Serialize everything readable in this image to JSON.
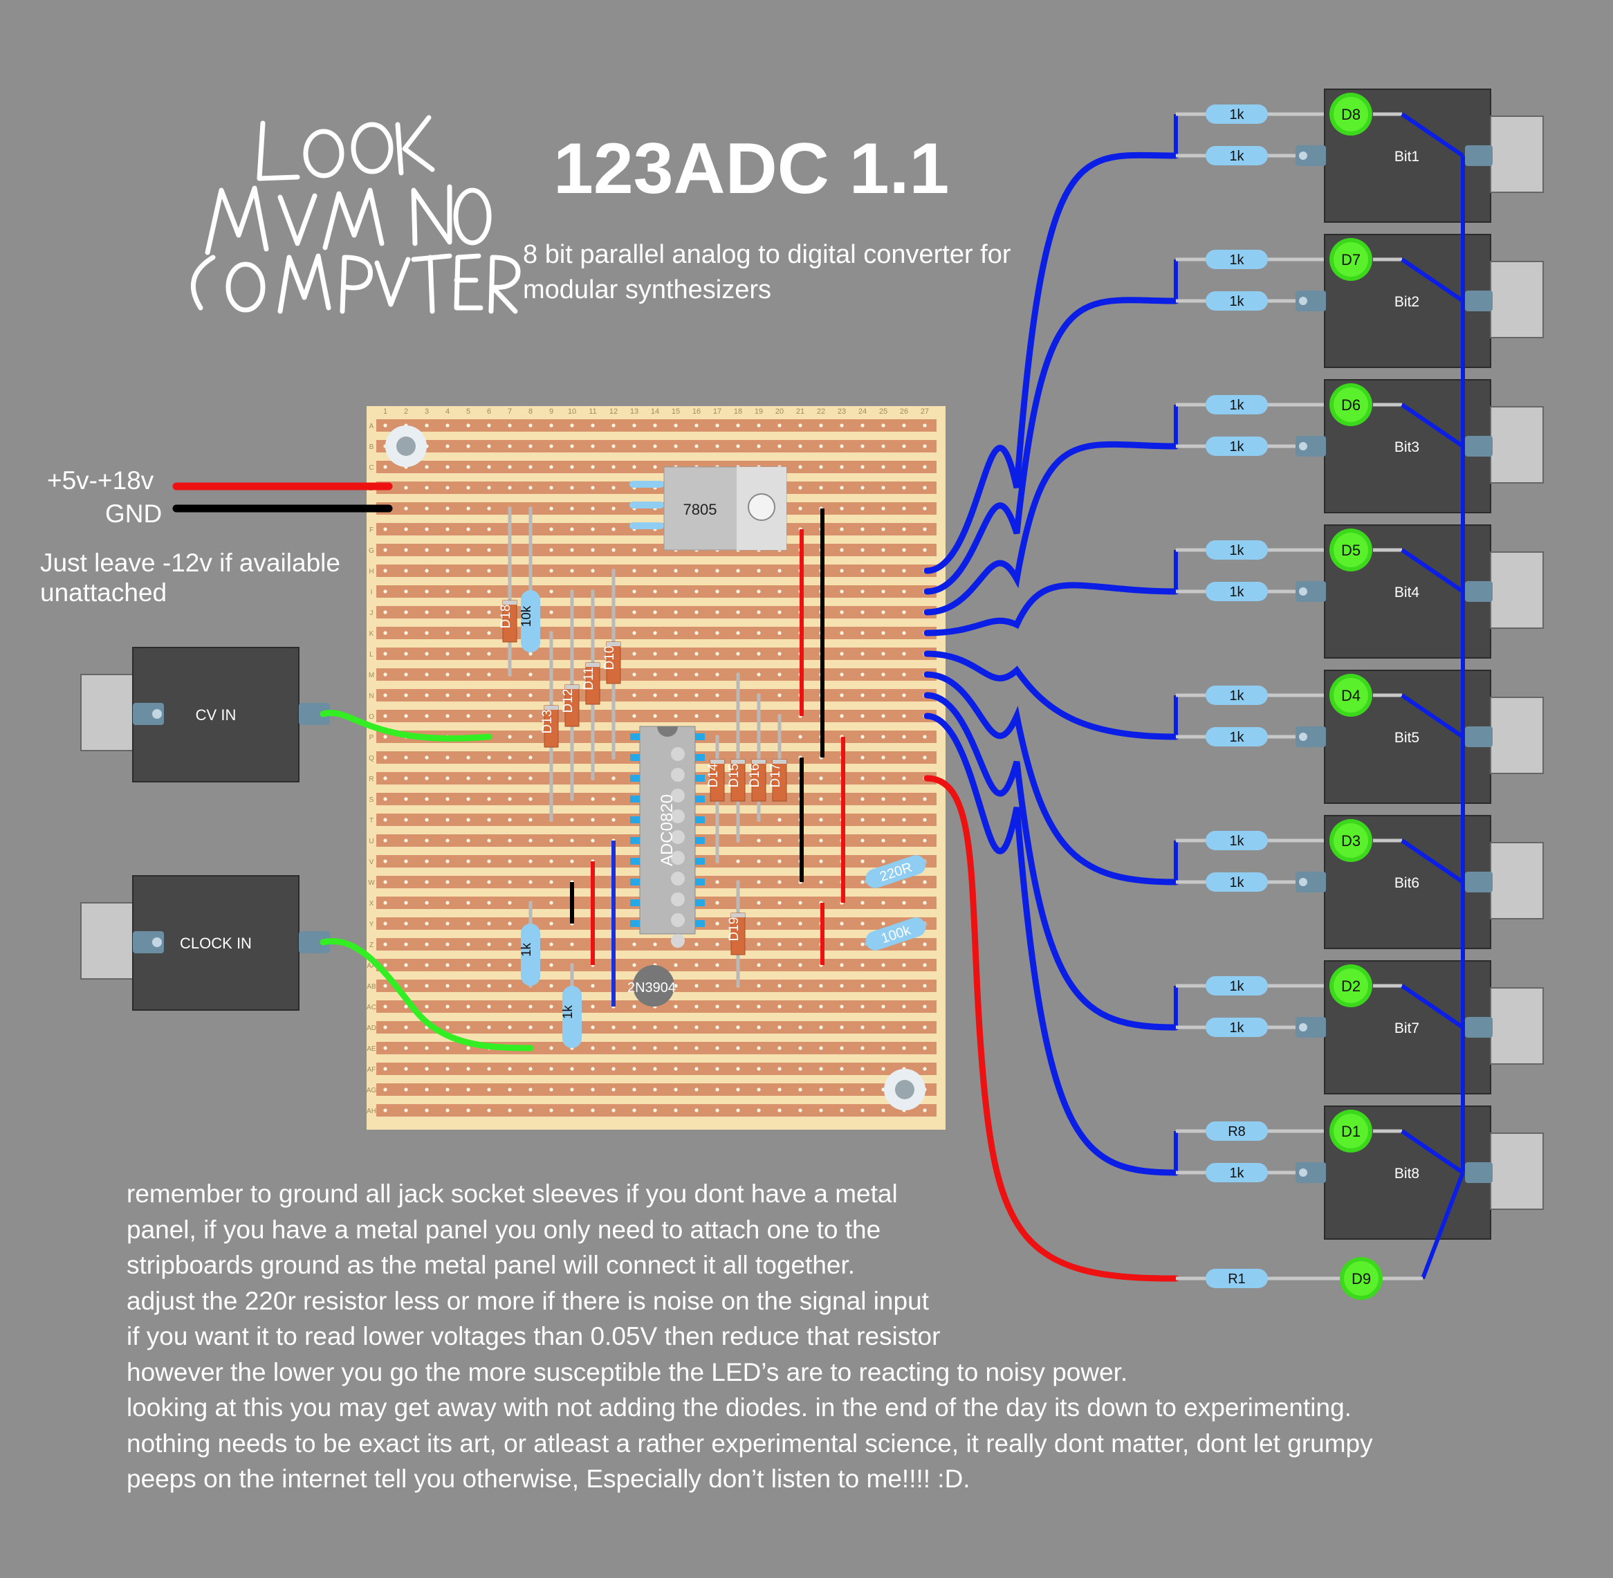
{
  "logo": {
    "line1": "LOOK",
    "line2": "MVM NO",
    "line3": "COMPVTER"
  },
  "title": "123ADC 1.1",
  "subtitle": {
    "line1": "8 bit parallel analog to digital converter for",
    "line2": "modular synthesizers"
  },
  "power": {
    "positive": "+5v-+18v",
    "ground": "GND"
  },
  "neg12_note": {
    "line1": "Just leave -12v if available",
    "line2": "unattached"
  },
  "input_jacks": {
    "cv": "CV IN",
    "clock": "CLOCK IN"
  },
  "board": {
    "column_numbers": [
      "1",
      "2",
      "3",
      "4",
      "5",
      "6",
      "7",
      "8",
      "9",
      "10",
      "11",
      "12",
      "13",
      "14",
      "15",
      "16",
      "17",
      "18",
      "19",
      "20",
      "21",
      "22",
      "23",
      "24",
      "25",
      "26",
      "27"
    ],
    "row_letters": [
      "A",
      "B",
      "C",
      "D",
      "E",
      "F",
      "G",
      "H",
      "I",
      "J",
      "K",
      "L",
      "M",
      "N",
      "O",
      "P",
      "Q",
      "R",
      "S",
      "T",
      "U",
      "V",
      "W",
      "X",
      "Y",
      "Z",
      "AA",
      "AB",
      "AC",
      "AD",
      "AE",
      "AF",
      "AG",
      "AH"
    ],
    "regulator": "7805",
    "chip": "ADC0820",
    "transistor": "2N3904",
    "resistor_vertical_10k": "10k",
    "resistor_vertical_1k_a": "1k",
    "resistor_vertical_1k_b": "1k",
    "resistor_220": "220R",
    "resistor_100k": "100k",
    "diodes_left": [
      "D18",
      "D13",
      "D12",
      "D11",
      "D10"
    ],
    "diodes_right": [
      "D14",
      "D15",
      "D16",
      "D17"
    ],
    "diode_bottom": "D19"
  },
  "outputs": [
    {
      "led": "D8",
      "bit": "Bit1",
      "r_top": "1k",
      "r_bottom": "1k"
    },
    {
      "led": "D7",
      "bit": "Bit2",
      "r_top": "1k",
      "r_bottom": "1k"
    },
    {
      "led": "D6",
      "bit": "Bit3",
      "r_top": "1k",
      "r_bottom": "1k"
    },
    {
      "led": "D5",
      "bit": "Bit4",
      "r_top": "1k",
      "r_bottom": "1k"
    },
    {
      "led": "D4",
      "bit": "Bit5",
      "r_top": "1k",
      "r_bottom": "1k"
    },
    {
      "led": "D3",
      "bit": "Bit6",
      "r_top": "1k",
      "r_bottom": "1k"
    },
    {
      "led": "D2",
      "bit": "Bit7",
      "r_top": "1k",
      "r_bottom": "1k"
    },
    {
      "led": "D1",
      "bit": "Bit8",
      "r_top": "R8",
      "r_bottom": "1k"
    }
  ],
  "power_led": {
    "resistor": "R1",
    "led": "D9"
  },
  "notes": [
    "remember to ground all jack socket sleeves if you dont have a metal",
    "panel, if you have a metal panel you only need to attach one to the",
    "stripboards ground as the metal panel will connect it all together.",
    "adjust the 220r resistor less or more if there is noise on the signal input",
    "if you want it to read lower voltages than 0.05V then reduce that resistor",
    "however the lower you go the more susceptible the LED’s are to reacting to noisy power.",
    "looking at this you may get away with not adding the diodes. in the end of the day its down to experimenting.",
    "nothing needs to be exact its art, or atleast a rather experimental science, it really dont matter, dont let grumpy",
    "peeps on the internet tell you otherwise, Especially don’t listen to me!!!! :D."
  ],
  "colors": {
    "background": "#8e8e8e",
    "board": "#f5e2b0",
    "strip": "#d7926c",
    "wire_blue": "#0a1ee6",
    "wire_red": "#ee1111",
    "wire_green": "#33ee22",
    "led_green": "#5af02c",
    "resistor_blue": "#8fcdf2"
  }
}
